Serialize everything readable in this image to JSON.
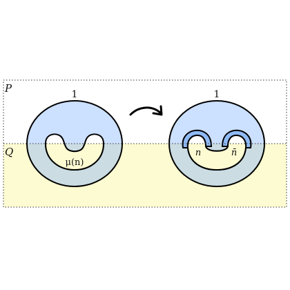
{
  "regions": {
    "P": {
      "label": "P",
      "color": "#ffffff"
    },
    "Q": {
      "label": "Q",
      "color": "#fdfbd2"
    }
  },
  "left_figure": {
    "top_label": "1",
    "inner_label": "μ(n)",
    "fill_top": "#cce0ff",
    "fill_bottom": "#cbdde3"
  },
  "arrow": {
    "name": "transition-arrow"
  },
  "right_figure": {
    "top_label": "1",
    "left_label": "n",
    "right_label": "n̄",
    "fill_top": "#cce0ff",
    "fill_bottom": "#cbdde3",
    "bump_fill": "#8fbaf5"
  },
  "colors": {
    "stroke": "#000000",
    "dotted_border": "#333333"
  }
}
